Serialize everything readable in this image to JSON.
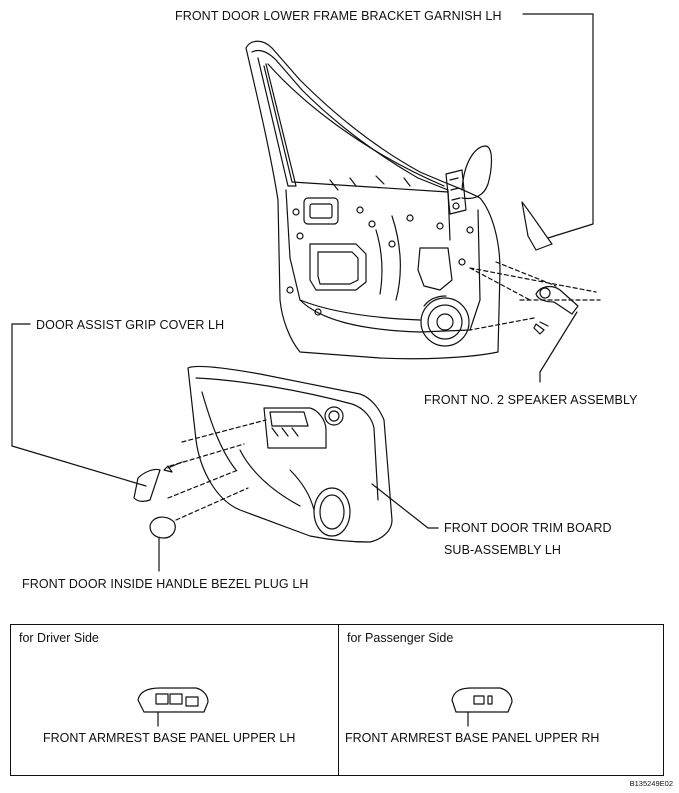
{
  "callouts": {
    "lower_frame_garnish": "FRONT DOOR LOWER FRAME BRACKET GARNISH LH",
    "assist_grip_cover": "DOOR ASSIST GRIP COVER LH",
    "speaker": "FRONT NO. 2 SPEAKER ASSEMBLY",
    "trim_board_line1": "FRONT DOOR TRIM BOARD",
    "trim_board_line2": "SUB-ASSEMBLY LH",
    "handle_bezel_plug": "FRONT DOOR INSIDE HANDLE BEZEL PLUG LH"
  },
  "variants": {
    "driver": {
      "title": "for Driver Side",
      "caption": "FRONT ARMREST BASE PANEL UPPER LH"
    },
    "passenger": {
      "title": "for Passenger Side",
      "caption": "FRONT ARMREST BASE PANEL UPPER RH"
    }
  },
  "figure_code": "B135249E02"
}
